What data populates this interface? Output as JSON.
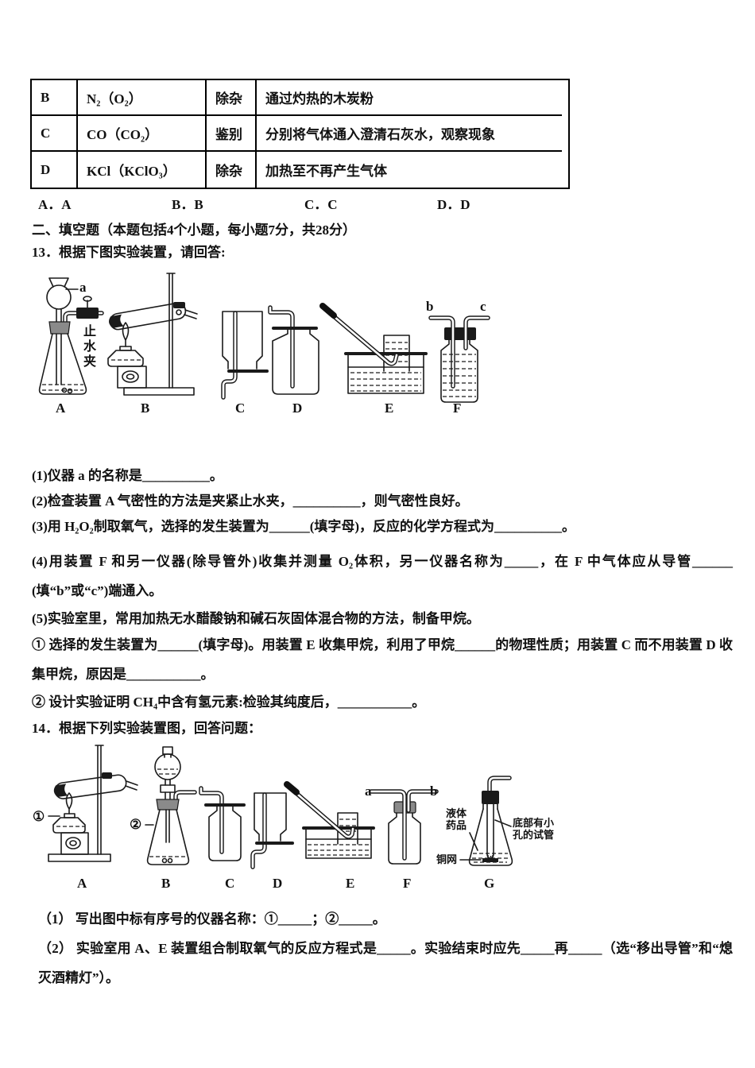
{
  "table": {
    "rows": [
      {
        "option": "B",
        "gases": "N₂（O₂）",
        "task": "除杂",
        "method": "通过灼热的木炭粉"
      },
      {
        "option": "C",
        "gases": "CO（CO₂）",
        "task": "鉴别",
        "method": "分别将气体通入澄清石灰水，观察现象"
      },
      {
        "option": "D",
        "gases": "KCl（KClO₃）",
        "task": "除杂",
        "method": "加热至不再产生气体"
      }
    ]
  },
  "answer_options": [
    {
      "label": "A．A"
    },
    {
      "label": "B．B"
    },
    {
      "label": "C．C"
    },
    {
      "label": "D．D"
    }
  ],
  "section2_header": "二、填空题（本题包括4个小题，每小题7分，共28分）",
  "q13": {
    "stem": "13．根据下图实验装置，请回答:",
    "diagram": {
      "a_label": "a",
      "pinch_clamp_label": "止水夹",
      "b_label": "b",
      "c_label": "c",
      "apparatus_letters": [
        "A",
        "B",
        "C",
        "D",
        "E",
        "F"
      ]
    },
    "parts": [
      "(1)仪器 a 的名称是__________。",
      "(2)检查装置 A 气密性的方法是夹紧止水夹，__________，则气密性良好。",
      "(3)用 H₂O₂制取氧气，选择的发生装置为______(填字母)，反应的化学方程式为__________。",
      "(4)用装置 F 和另一仪器(除导管外)收集并测量 O₂体积，另一仪器名称为_____，在 F 中气体应从导管______(填“b”或“c”)端通入。",
      "(5)实验室里，常用加热无水醋酸钠和碱石灰固体混合物的方法，制备甲烷。",
      "① 选择的发生装置为______(填字母)。用装置 E 收集甲烷，利用了甲烷______的物理性质；用装置 C 而不用装置 D 收集甲烷，原因是___________。",
      "② 设计实验证明 CH₄中含有氢元素:检验其纯度后，___________。"
    ]
  },
  "q14": {
    "stem": "14．根据下列实验装置图，回答问题：",
    "diagram": {
      "marker1": "①",
      "marker2": "②",
      "a_label": "a",
      "b_label": "b",
      "g_liquid_label": "液体药品",
      "g_copper_label": "铜网",
      "g_tube_label": "底部有小孔的试管",
      "apparatus_letters": [
        "A",
        "B",
        "C",
        "D",
        "E",
        "F",
        "G"
      ]
    },
    "parts": [
      "（1） 写出图中标有序号的仪器名称：①_____；②_____。",
      "（2） 实验室用 A、E 装置组合制取氧气的反应方程式是_____。实验结束时应先_____再_____（选“移出导管”和“熄灭酒精灯”）。"
    ]
  }
}
